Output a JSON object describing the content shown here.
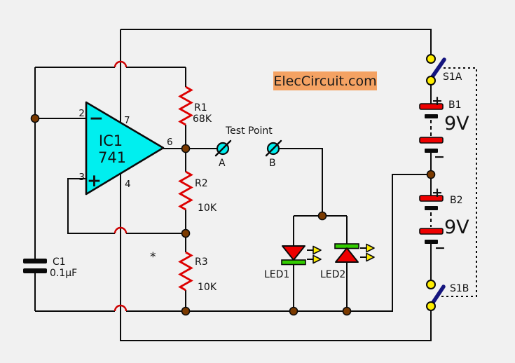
{
  "watermark": {
    "text": "ElecCircuit.com"
  },
  "opamp": {
    "ref": "IC1",
    "part": "741",
    "minus_sign": "−",
    "plus_sign": "+",
    "pin_inverting": "2",
    "pin_noninverting": "3",
    "pin_vneg": "4",
    "pin_output": "6",
    "pin_vpos": "7"
  },
  "resistors": [
    {
      "ref": "R1",
      "value": "68K"
    },
    {
      "ref": "R2",
      "value": "10K"
    },
    {
      "ref": "R3",
      "value": "10K"
    }
  ],
  "capacitor": {
    "ref": "C1",
    "value": "0.1µF"
  },
  "leds": [
    {
      "ref": "LED1"
    },
    {
      "ref": "LED2"
    }
  ],
  "batteries": [
    {
      "ref": "B1",
      "voltage": "9V",
      "plus": "+",
      "minus": "−"
    },
    {
      "ref": "B2",
      "voltage": "9V",
      "plus": "+",
      "minus": "−"
    }
  ],
  "switches": [
    {
      "ref": "S1A"
    },
    {
      "ref": "S1B"
    }
  ],
  "test_point": {
    "label": "Test Point",
    "a": "A",
    "b": "B"
  },
  "note": {
    "asterisk": "*"
  },
  "colors": {
    "bg": "#f1f1f1",
    "cyan": "#00efef",
    "resistor": "#dd0000",
    "hop": "#cc0000",
    "junction": "#7b3a00",
    "terminal": "#ffee00",
    "lever": "#15157e",
    "battery": "#ee0000",
    "led": "#ee0000",
    "ledbar": "#33cc00",
    "watermark": "#f4a263"
  }
}
